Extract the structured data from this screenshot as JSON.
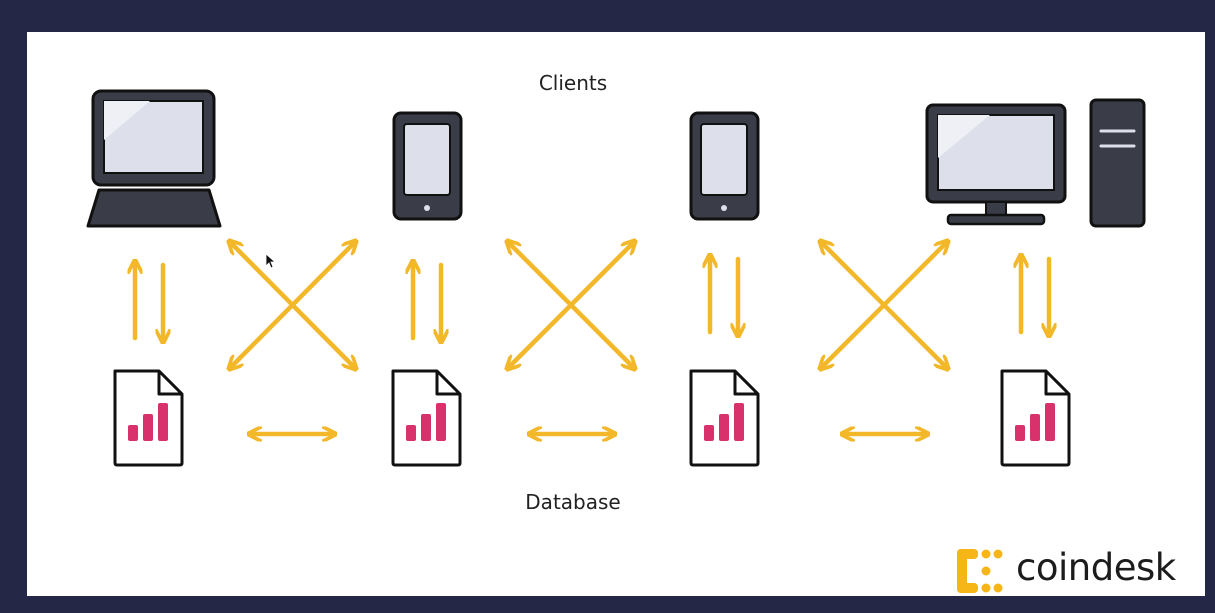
{
  "labels": {
    "clients": "Clients",
    "database": "Database"
  },
  "logo": {
    "text": "coindesk",
    "accent_color": "#F7B618"
  },
  "colors": {
    "arrow": "#F2B82A",
    "device_body": "#3A3D47",
    "screen": "#DDE0EA",
    "bars": "#D8316B"
  },
  "clients": [
    {
      "device": "laptop-icon"
    },
    {
      "device": "phone-icon"
    },
    {
      "device": "phone-icon"
    },
    {
      "device": "desktop-icon"
    }
  ],
  "databases": [
    {
      "icon": "database-file-icon"
    },
    {
      "icon": "database-file-icon"
    },
    {
      "icon": "database-file-icon"
    },
    {
      "icon": "database-file-icon"
    }
  ]
}
